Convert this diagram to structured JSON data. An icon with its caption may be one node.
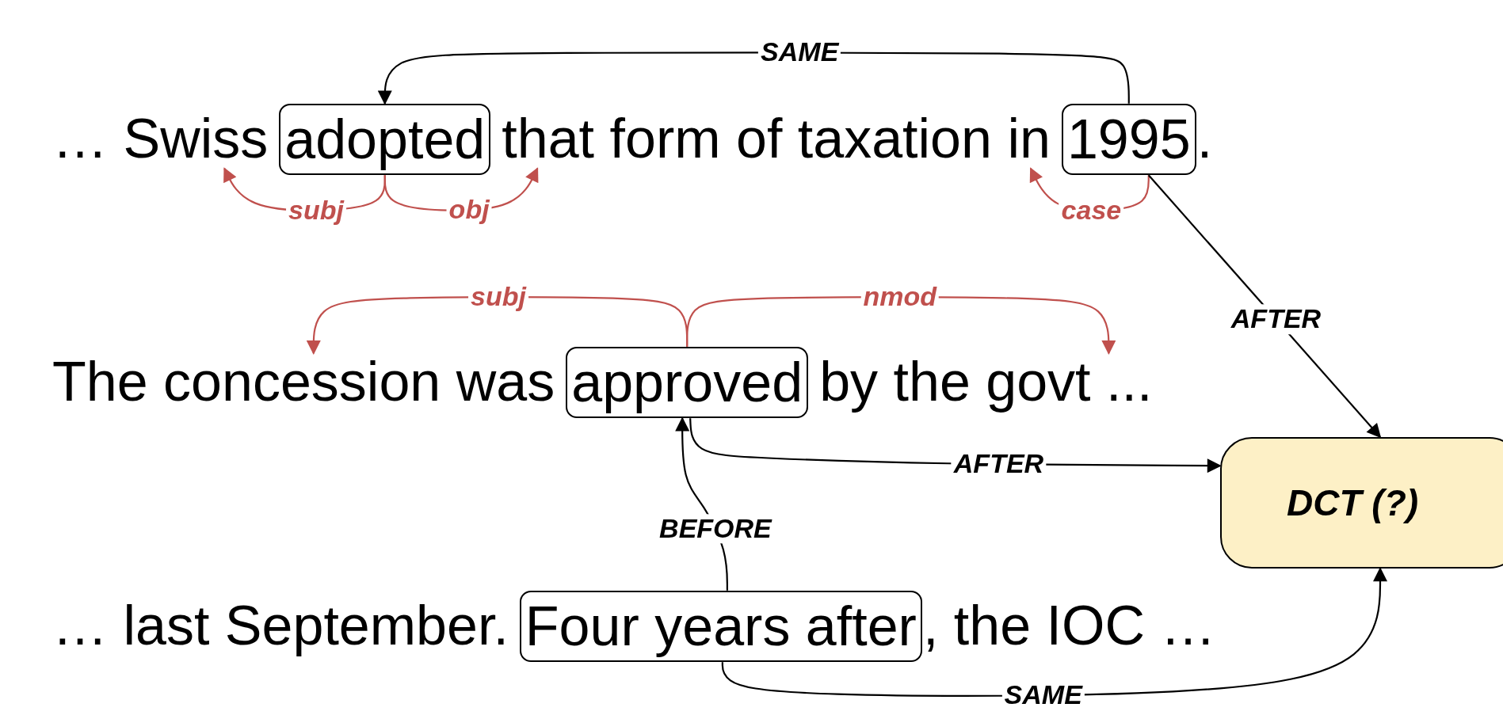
{
  "diagram": {
    "nodes": [
      {
        "text": [
          "… Swiss"
        ]
      },
      {
        "text": [
          "adopted"
        ]
      },
      {
        "text": [
          "that form of taxation in"
        ]
      },
      {
        "text": [
          "1995"
        ]
      },
      {
        "text": [
          "The concession was"
        ]
      },
      {
        "text": [
          "approved"
        ]
      },
      {
        "text": [
          "by the govt ..."
        ]
      },
      {
        "text": [
          "DCT (?)"
        ]
      },
      {
        "text": [
          "Four years after"
        ]
      }
    ],
    "edges": [
      {
        "from": 3,
        "to": 1,
        "arrow": "to",
        "label": "SAME"
      },
      {
        "from": 1,
        "to": 0,
        "arrow": "to",
        "label": "subj",
        "color": "#c0504d"
      },
      {
        "from": 1,
        "to": 2,
        "arrow": "to",
        "label": "obj",
        "color": "#c0504d"
      },
      {
        "from": 3,
        "to": 2,
        "arrow": "to",
        "label": "case",
        "color": "#c0504d"
      },
      {
        "from": 3,
        "to": 7,
        "arrow": "to",
        "label": "AFTER"
      },
      {
        "from": 5,
        "to": 4,
        "arrow": "to",
        "label": "subj",
        "color": "#c0504d"
      },
      {
        "from": 5,
        "to": 6,
        "arrow": "to",
        "label": "nmod",
        "color": "#c0504d"
      },
      {
        "from": 5,
        "to": 7,
        "arrow": "to",
        "label": "AFTER"
      },
      {
        "from": 8,
        "to": 5,
        "arrow": "to",
        "label": "BEFORE"
      },
      {
        "from": 8,
        "to": 7,
        "arrow": "to",
        "label": "SAME"
      }
    ],
    "labels": [
      ".",
      "… last September.",
      ", the IOC …"
    ]
  }
}
